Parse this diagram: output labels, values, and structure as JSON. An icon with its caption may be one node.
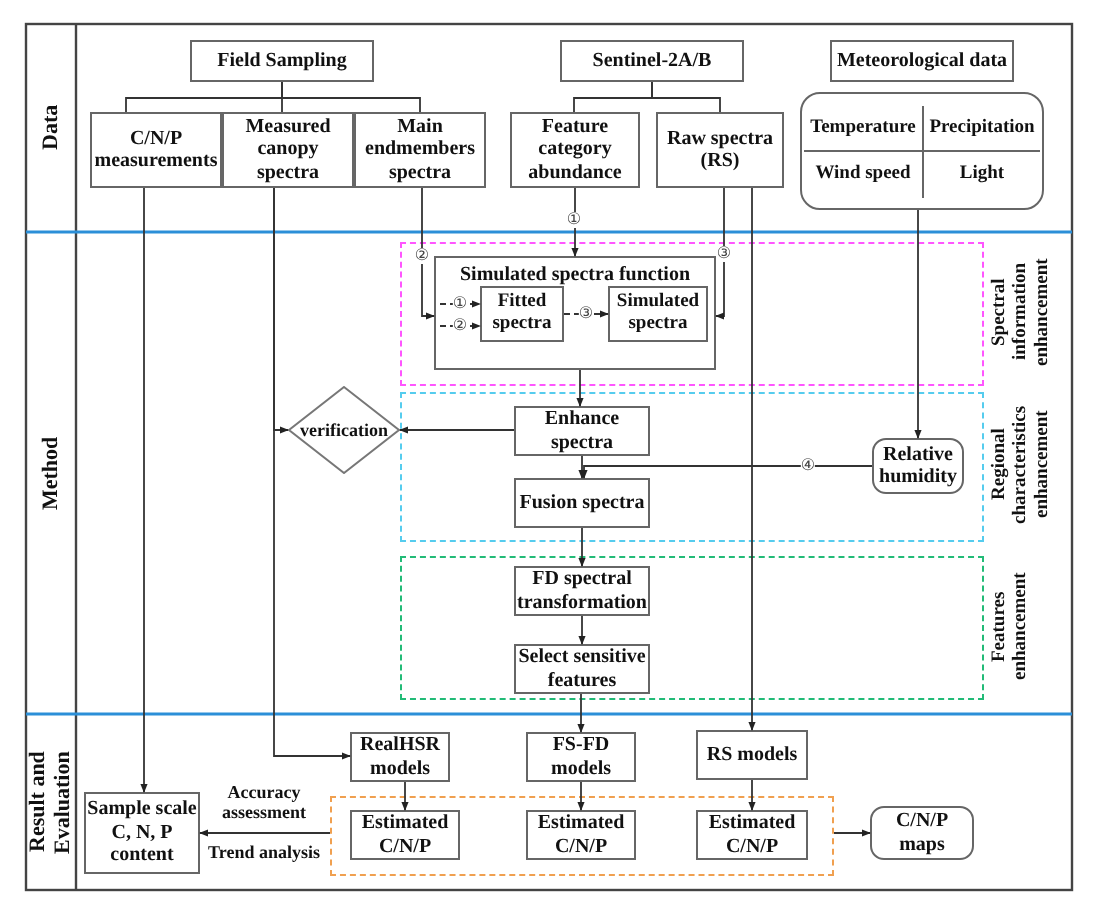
{
  "diagram": {
    "nodes": [
      {
        "text": [
          "Field Sampling"
        ]
      },
      {
        "text": [
          "Sentinel-2A/B"
        ]
      },
      {
        "text": [
          "Meteorological data"
        ]
      },
      {
        "text": [
          "C/N/P measurements"
        ]
      },
      {
        "text": [
          "Measured canopy spectra"
        ]
      },
      {
        "text": [
          "Main endmembers spectra"
        ]
      },
      {
        "text": [
          "Feature category abundance"
        ]
      },
      {
        "text": [
          "Raw spectra (RS)"
        ]
      },
      {
        "text": [],
        "shape": "box"
      },
      {
        "text": [
          "Temperature"
        ],
        "in": 8
      },
      {
        "text": [
          "Precipitation"
        ],
        "in": 8
      },
      {
        "text": [
          "Wind speed"
        ],
        "in": 8
      },
      {
        "text": [
          "Light"
        ],
        "in": 8
      },
      {
        "text": [
          "Spectral information enhancement"
        ]
      },
      {
        "text": [
          "Simulated spectra function"
        ],
        "in": 13
      },
      {
        "text": [
          "Fitted spectra"
        ],
        "in": 14
      },
      {
        "text": [
          "Simulated spectra"
        ],
        "in": 14
      },
      {
        "text": [
          "Regional characteristics enhancement"
        ]
      },
      {
        "text": [
          "verification"
        ]
      },
      {
        "text": [
          "Enhance spectra"
        ],
        "in": 17
      },
      {
        "text": [
          "Relative humidity"
        ],
        "in": 17
      },
      {
        "text": [
          "Fusion spectra"
        ],
        "in": 17
      },
      {
        "text": [
          "Features enhancement"
        ]
      },
      {
        "text": [
          "FD spectral transformation"
        ],
        "in": 22
      },
      {
        "text": [
          "Select sensitive features"
        ],
        "in": 22
      },
      {
        "text": [
          "RealHSR models"
        ]
      },
      {
        "text": [
          "FS-FD models"
        ]
      },
      {
        "text": [
          "RS models"
        ]
      },
      {
        "text": [
          "Sample scale C, N, P content"
        ]
      },
      {
        "text": [],
        "shape": "box"
      },
      {
        "text": [
          "Estimated C/N/P"
        ],
        "in": 29
      },
      {
        "text": [
          "Estimated C/N/P"
        ],
        "in": 29
      },
      {
        "text": [
          "Estimated C/N/P"
        ],
        "in": 29
      },
      {
        "text": [
          "C/N/P maps"
        ]
      }
    ],
    "edges": [
      {
        "from": 0,
        "to": 3,
        "arrow": "none"
      },
      {
        "from": 0,
        "to": 4,
        "arrow": "none"
      },
      {
        "from": 0,
        "to": 5,
        "arrow": "none"
      },
      {
        "from": 1,
        "to": 6,
        "arrow": "none"
      },
      {
        "from": 1,
        "to": 7,
        "arrow": "none"
      },
      {
        "from": 6,
        "to": 14,
        "arrow": "to",
        "label": "①"
      },
      {
        "from": 5,
        "to": 14,
        "arrow": "to",
        "label": "②"
      },
      {
        "from": 7,
        "to": 14,
        "arrow": "to",
        "label": "③"
      },
      {
        "from": null,
        "to": 15,
        "arrow": "to",
        "label": "①",
        "style": "dashed"
      },
      {
        "from": null,
        "to": 15,
        "arrow": "to",
        "label": "②",
        "style": "dashed"
      },
      {
        "from": 15,
        "to": 16,
        "arrow": "to",
        "label": "③",
        "style": "dashed"
      },
      {
        "from": 14,
        "to": 19,
        "arrow": "to"
      },
      {
        "from": 19,
        "to": 18,
        "arrow": "to"
      },
      {
        "from": 4,
        "to": 18,
        "arrow": "to"
      },
      {
        "from": 8,
        "to": 20,
        "arrow": "to"
      },
      {
        "from": 20,
        "to": 21,
        "arrow": "to",
        "label": "④"
      },
      {
        "from": 19,
        "to": 21,
        "arrow": "to"
      },
      {
        "from": 21,
        "to": 23,
        "arrow": "to"
      },
      {
        "from": 23,
        "to": 24,
        "arrow": "to"
      },
      {
        "from": 24,
        "to": 26,
        "arrow": "to"
      },
      {
        "from": 4,
        "to": 25,
        "arrow": "to"
      },
      {
        "from": 7,
        "to": 27,
        "arrow": "to"
      },
      {
        "from": 3,
        "to": 28,
        "arrow": "to"
      },
      {
        "from": 25,
        "to": 30,
        "arrow": "to"
      },
      {
        "from": 26,
        "to": 31,
        "arrow": "to"
      },
      {
        "from": 27,
        "to": 32,
        "arrow": "to"
      },
      {
        "from": 29,
        "to": 28,
        "arrow": "to",
        "label": "Accuracy assessment"
      },
      {
        "from": 29,
        "to": 33,
        "arrow": "to"
      }
    ],
    "labels": [
      "Data",
      "Method",
      "Result and Evaluation",
      "Trend analysis"
    ]
  }
}
